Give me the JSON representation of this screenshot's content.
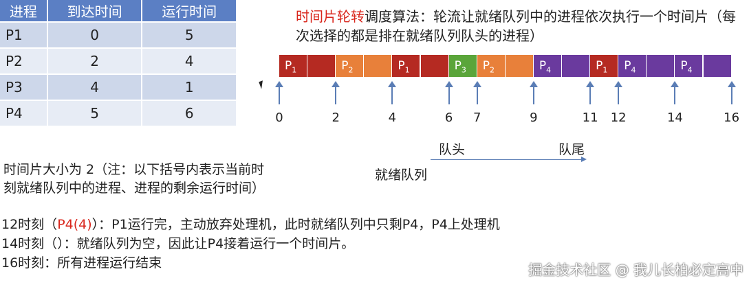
{
  "table": {
    "headers": [
      "进程",
      "到达时间",
      "运行时间"
    ],
    "rows": [
      {
        "name": "P1",
        "arrival": "0",
        "burst": "5"
      },
      {
        "name": "P2",
        "arrival": "2",
        "burst": "4"
      },
      {
        "name": "P3",
        "arrival": "4",
        "burst": "1"
      },
      {
        "name": "P4",
        "arrival": "5",
        "burst": "6"
      }
    ]
  },
  "description": {
    "highlight": "时间片轮转",
    "rest": "调度算法：轮流让就绪队列中的进程依次执行一个时间片（每次选择的都是排在就绪队列队头的进程）"
  },
  "gantt": {
    "colors": {
      "P1": "#b52a22",
      "P2": "#e8803a",
      "P3": "#5aa53a",
      "P4": "#6a3a9e"
    },
    "segments": [
      {
        "proc": "P1",
        "label": "P",
        "sub": "1",
        "start": 0,
        "end": 1
      },
      {
        "proc": "P1",
        "label": "",
        "sub": "",
        "start": 1,
        "end": 2
      },
      {
        "proc": "P2",
        "label": "P",
        "sub": "2",
        "start": 2,
        "end": 3
      },
      {
        "proc": "P2",
        "label": "",
        "sub": "",
        "start": 3,
        "end": 4
      },
      {
        "proc": "P1",
        "label": "P",
        "sub": "1",
        "start": 4,
        "end": 5
      },
      {
        "proc": "P1",
        "label": "",
        "sub": "",
        "start": 5,
        "end": 6
      },
      {
        "proc": "P3",
        "label": "P",
        "sub": "3",
        "start": 6,
        "end": 7
      },
      {
        "proc": "P2",
        "label": "P",
        "sub": "2",
        "start": 7,
        "end": 8
      },
      {
        "proc": "P2",
        "label": "",
        "sub": "",
        "start": 8,
        "end": 9
      },
      {
        "proc": "P4",
        "label": "P",
        "sub": "4",
        "start": 9,
        "end": 10
      },
      {
        "proc": "P4",
        "label": "",
        "sub": "",
        "start": 10,
        "end": 11
      },
      {
        "proc": "P1",
        "label": "P",
        "sub": "1",
        "start": 11,
        "end": 12
      },
      {
        "proc": "P4",
        "label": "P",
        "sub": "4",
        "start": 12,
        "end": 13
      },
      {
        "proc": "P4",
        "label": "",
        "sub": "",
        "start": 13,
        "end": 14
      },
      {
        "proc": "P4",
        "label": "P",
        "sub": "4",
        "start": 14,
        "end": 15
      },
      {
        "proc": "P4",
        "label": "",
        "sub": "",
        "start": 15,
        "end": 16
      }
    ],
    "ticks": [
      "0",
      "2",
      "4",
      "6",
      "7",
      "9",
      "11",
      "12",
      "14",
      "16"
    ]
  },
  "queue": {
    "head": "队头",
    "tail": "队尾",
    "label": "就绪队列"
  },
  "notes": {
    "timeslice_line1": "时间片大小为 2（注：以下括号内表示当前时",
    "timeslice_line2": "刻就绪队列中的进程、进程的剩余运行时间）",
    "t12_prefix": "12时刻（",
    "t12_red": "P4(4)",
    "t12_suffix": "）：P1运行完，主动放弃处理机，此时就绪队列中只剩P4，P4上处理机",
    "t14": "14时刻（）：就绪队列为空，因此让P4接着运行一个时间片。",
    "t16": "16时刻：所有进程运行结束"
  },
  "watermark": "掘金技术社区 @ 我儿长柏必定高中"
}
